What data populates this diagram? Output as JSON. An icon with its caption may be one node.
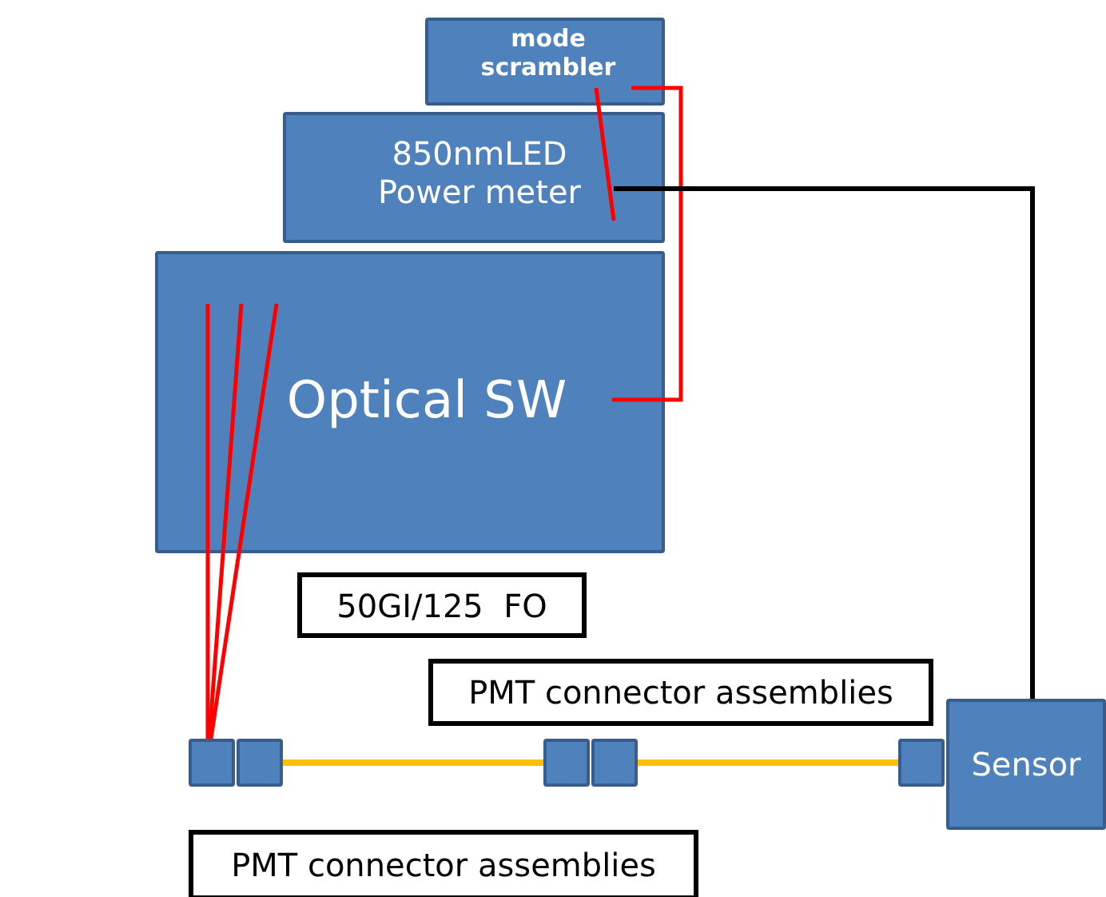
{
  "diagram": {
    "nodes": [
      {
        "text": [
          "mode scrambler"
        ]
      },
      {
        "text": [
          "850nmLED Power meter"
        ]
      },
      {
        "text": [
          "Optical SW"
        ]
      },
      {
        "text": [
          "50GI/125  FO"
        ]
      },
      {
        "text": [
          "PMT connector assemblies"
        ]
      },
      {
        "text": [
          "Sensor"
        ]
      },
      {
        "text": [],
        "shape": "box"
      },
      {
        "text": [],
        "shape": "box"
      },
      {
        "text": [],
        "shape": "box"
      },
      {
        "text": [],
        "shape": "box"
      },
      {
        "text": [],
        "shape": "box"
      },
      {
        "text": [
          "PMT connector assemblies"
        ]
      }
    ],
    "edges": [
      {
        "from": 0,
        "to": 1,
        "arrow": "none",
        "color": "#ff0000"
      },
      {
        "from": 0,
        "to": 2,
        "arrow": "none",
        "color": "#ff0000"
      },
      {
        "from": 1,
        "to": 5,
        "arrow": "none",
        "color": "#000000"
      },
      {
        "from": 2,
        "to": 6,
        "arrow": "none",
        "color": "#ff0000"
      },
      {
        "from": 2,
        "to": 6,
        "arrow": "none",
        "color": "#ff0000"
      },
      {
        "from": 2,
        "to": 6,
        "arrow": "none",
        "color": "#ff0000"
      },
      {
        "from": 7,
        "to": 8,
        "arrow": "none",
        "color": "#ffc000"
      },
      {
        "from": 9,
        "to": 10,
        "arrow": "none",
        "color": "#ffc000"
      }
    ]
  }
}
